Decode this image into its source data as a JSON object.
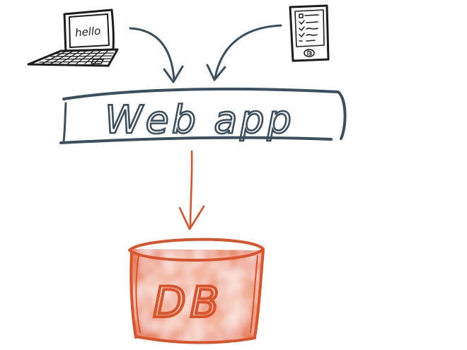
{
  "nodes": {
    "laptop": {
      "screen_text": "hello"
    },
    "web_app": {
      "label": "Web app"
    },
    "database": {
      "label": "DB"
    }
  },
  "edges": [
    {
      "from": "laptop",
      "to": "web_app"
    },
    {
      "from": "tablet",
      "to": "web_app"
    },
    {
      "from": "web_app",
      "to": "database"
    }
  ],
  "colors": {
    "web_app_ink": "#3b4f5e",
    "device_ink": "#1d1d1d",
    "database_ink": "#d9532b",
    "database_fill": "#e8835f"
  }
}
